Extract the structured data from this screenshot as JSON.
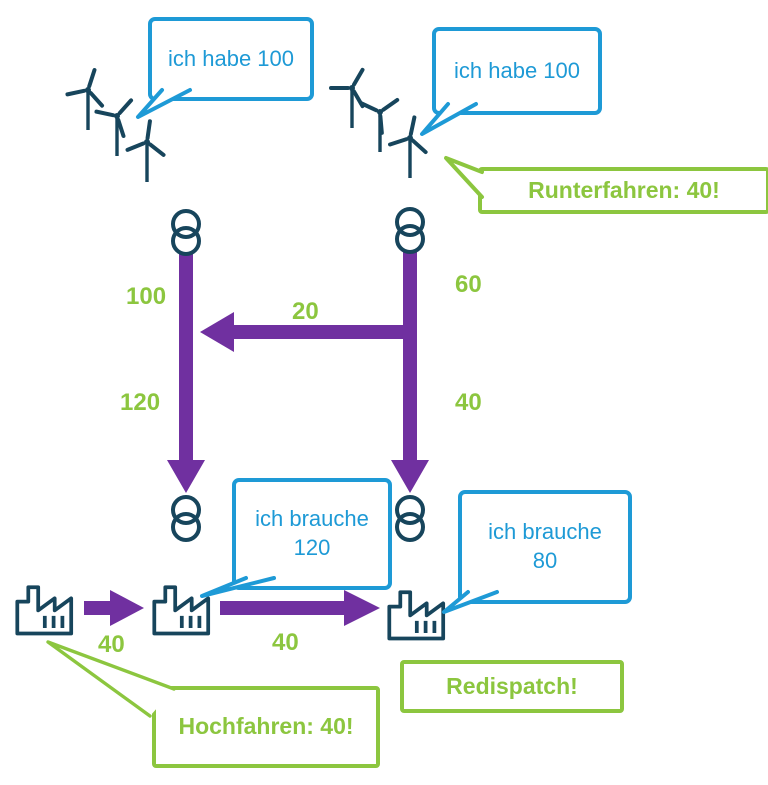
{
  "diagram": {
    "bubbles": {
      "wind_left": "ich habe 100",
      "wind_right": "ich habe 100",
      "factory_middle": "ich brauche 120",
      "factory_right": "ich brauche 80"
    },
    "callouts": {
      "runterfahren": "Runterfahren: 40!",
      "hochfahren": "Hochfahren: 40!",
      "redispatch": "Redispatch!"
    },
    "flow_labels": {
      "left_upper": "100",
      "left_lower": "120",
      "right_upper": "60",
      "right_lower": "40",
      "cross_flow": "20",
      "factory_left": "40",
      "factory_middle": "40"
    },
    "colors": {
      "blue": "#1e9ad6",
      "green": "#8cc63f",
      "purple": "#7030a0",
      "icon_dark_teal": "#17455c"
    }
  }
}
